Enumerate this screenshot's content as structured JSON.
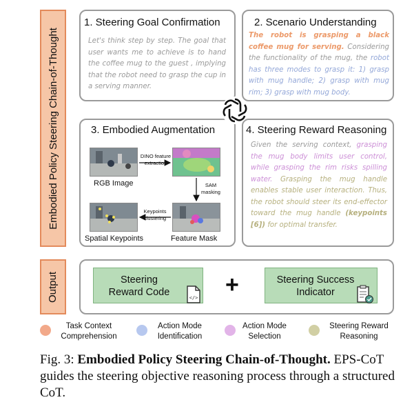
{
  "side_labels": {
    "main": "Embodied Policy Steering Chain-of-Thought",
    "output": "Output"
  },
  "step1": {
    "title": "1. Steering Goal Confirmation",
    "text": "Let's think step by step. The goal that user wants me to achieve is to hand the coffee mug to the guest , implying that the robot need to grasp the cup in a serving manner."
  },
  "step2": {
    "title": "2. Scenario Understanding",
    "highlight": "The robot is grasping a black coffee mug for serving.",
    "text_a": "Considering the functionality of the mug, the",
    "highlight2": "robot has three modes to grasp it: 1) grasp with mug handle; 2) grasp with mug rim; 3) grasp with mug body."
  },
  "step3": {
    "title": "3. Embodied Augmentation",
    "rgb_caption": "RGB Image",
    "feature_caption": "Feature Mask",
    "keypoints_caption": "Spatial Keypoints",
    "arrow1": "DINO feature extraction",
    "arrow2": "SAM masking",
    "arrow3": "Keypoints clustering"
  },
  "step4": {
    "title": "4. Steering Reward Reasoning",
    "text_a": "Given the serving context,",
    "pink": "grasping the mug body limits user control, while grasping the rim risks spilling water.",
    "olive": "Grasping the mug handle enables stable user interaction. Thus, the robot should steer its end-effector toward the mug handle",
    "olive_bold": "(keypoints [6])",
    "olive_end": "for optimal transfer."
  },
  "output": {
    "left_label": "Steering Reward Code",
    "right_label": "Steering Success Indicator",
    "plus": "+"
  },
  "legend": [
    {
      "label": "Task Context Comprehension",
      "color": "#f2a98a"
    },
    {
      "label": "Action Mode Identification",
      "color": "#b7c8ef"
    },
    {
      "label": "Action Mode Selection",
      "color": "#e2b4e8"
    },
    {
      "label": "Steering Reward Reasoning",
      "color": "#d1cfa4"
    }
  ],
  "caption": {
    "prefix": "Fig. 3:",
    "title": "Embodied Policy Steering Chain-of-Thought.",
    "body": "EPS-CoT guides the steering objective reasoning process through a structured CoT."
  }
}
